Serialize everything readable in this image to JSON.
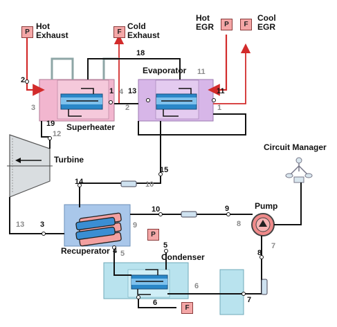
{
  "components": {
    "hot_exhaust": "Hot\nExhaust",
    "cold_exhaust": "Cold\nExhaust",
    "hot_egr": "Hot\nEGR",
    "cool_egr": "Cool\nEGR",
    "evaporator": "Evaporator",
    "superheater": "Superheater",
    "turbine": "Turbine",
    "recuperator": "Recuperator",
    "condenser": "Condenser",
    "pump": "Pump",
    "circuit_manager": "Circuit Manager"
  },
  "port_letters": {
    "pressure": "P",
    "flow": "F"
  },
  "node_numbers": {
    "n18": "18",
    "n2_top": "2",
    "n1_sh": "1",
    "n19": "19",
    "n13_ev": "13",
    "n11_ev": "11",
    "n15": "15",
    "n14": "14",
    "n10_top": "10",
    "n10_mid": "10",
    "n9": "9",
    "n3": "3",
    "n4": "4",
    "n5": "5",
    "n6": "6",
    "n7": "7",
    "n8": "8"
  },
  "port_numbers": {
    "g3_sh": "3",
    "g4_sh": "4",
    "g12": "12",
    "g11_ev": "11",
    "g2_ev": "2",
    "g1_ev": "1",
    "g9_rec": "9",
    "g13": "13",
    "g5_rec": "5",
    "g6_cond": "6",
    "g8_pump": "8",
    "g7_pump": "7",
    "g10": "10"
  },
  "colors": {
    "hot_line": "#d22b2b",
    "fluid_line": "#111111",
    "superheater_fill": "#f2b6cf",
    "evaporator_fill": "#d7b6e8",
    "recuperator_fill": "#a9c7ea",
    "condenser_fill": "#b9e3ee",
    "port_fill": "#f4a7a7",
    "pump_fill": "#f08a8a",
    "grey_pipe": "#8ea6a6"
  }
}
